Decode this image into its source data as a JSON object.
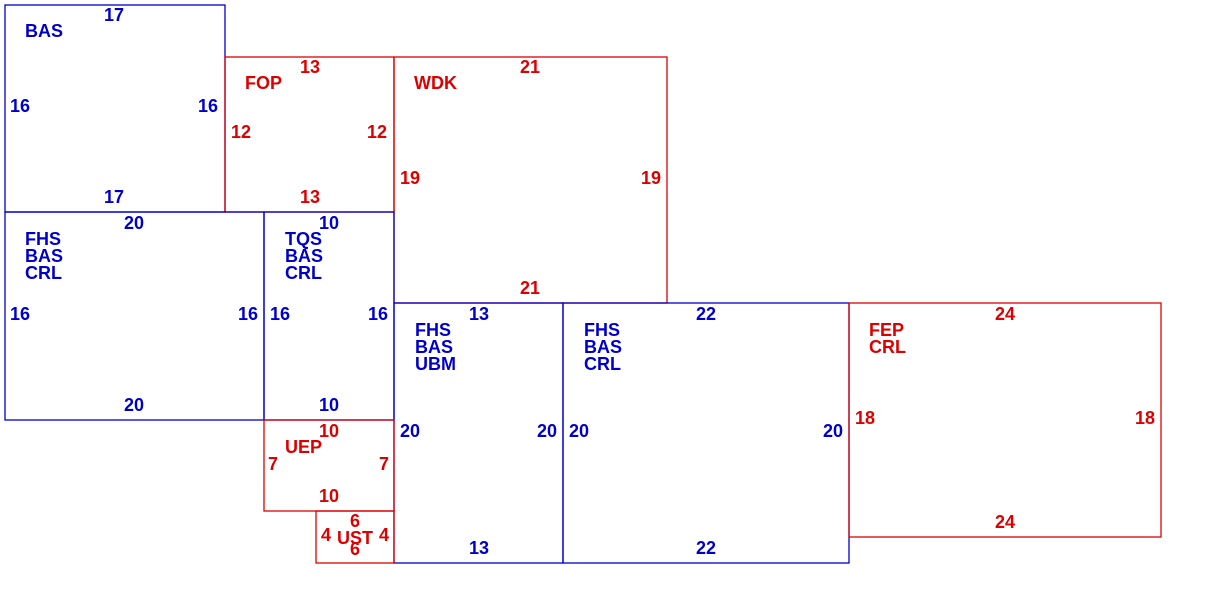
{
  "colors": {
    "blue": "#0000cc",
    "red": "#dd0000"
  },
  "rooms": [
    {
      "id": "r1",
      "color": "blue",
      "labels": [
        "BAS"
      ],
      "top": "17",
      "bottom": "17",
      "left": "16",
      "right": "16"
    },
    {
      "id": "r2",
      "color": "red",
      "labels": [
        "FOP"
      ],
      "top": "13",
      "bottom": "13",
      "left": "12",
      "right": "12"
    },
    {
      "id": "r3",
      "color": "red",
      "labels": [
        "WDK"
      ],
      "top": "21",
      "bottom": "21",
      "left": "19",
      "right": "19"
    },
    {
      "id": "r4",
      "color": "blue",
      "labels": [
        "FHS",
        "BAS",
        "CRL"
      ],
      "top": "20",
      "bottom": "20",
      "left": "16",
      "right": "16"
    },
    {
      "id": "r5",
      "color": "blue",
      "labels": [
        "TQS",
        "BAS",
        "CRL"
      ],
      "top": "10",
      "bottom": "10",
      "left": "16",
      "right": "16"
    },
    {
      "id": "r6",
      "color": "blue",
      "labels": [
        "FHS",
        "BAS",
        "UBM"
      ],
      "top": "13",
      "bottom": "13",
      "left": "20",
      "right": "20"
    },
    {
      "id": "r7",
      "color": "blue",
      "labels": [
        "FHS",
        "BAS",
        "CRL"
      ],
      "top": "22",
      "bottom": "22",
      "left": "20",
      "right": "20"
    },
    {
      "id": "r8",
      "color": "red",
      "labels": [
        "FEP",
        "CRL"
      ],
      "top": "24",
      "bottom": "24",
      "left": "18",
      "right": "18"
    },
    {
      "id": "r9",
      "color": "red",
      "labels": [
        "UEP"
      ],
      "top": "10",
      "bottom": "10",
      "left": "7",
      "right": "7"
    },
    {
      "id": "r10",
      "color": "red",
      "labels": [
        "UST"
      ],
      "top": "6",
      "bottom": "6",
      "left": "4",
      "right": "4"
    }
  ]
}
